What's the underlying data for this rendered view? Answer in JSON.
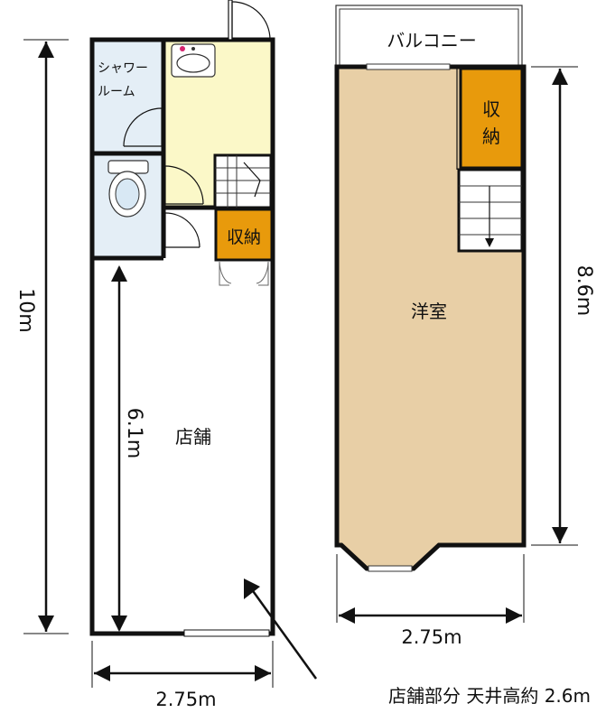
{
  "ground_floor": {
    "shower_room_line1": "シャワー",
    "shower_room_line2": "ルーム",
    "storage": "収納",
    "shop": "店舗",
    "width_dim": "2.75m",
    "total_length_dim": "10m",
    "shop_length_dim": "6.1m",
    "ceiling_note": "店舗部分 天井高約 2.6m"
  },
  "upper_floor": {
    "balcony": "バルコニー",
    "western_room": "洋室",
    "storage_line1": "収",
    "storage_line2": "納",
    "width_dim": "2.75m",
    "length_dim": "8.6m"
  },
  "colors": {
    "wall": "#111111",
    "washroom_fill": "#fbf8c8",
    "wet_room_fill": "#e4eef6",
    "storage_fill": "#e89a0c",
    "western_room_fill": "#e8cfa6",
    "window_fill": "#ffffff"
  }
}
